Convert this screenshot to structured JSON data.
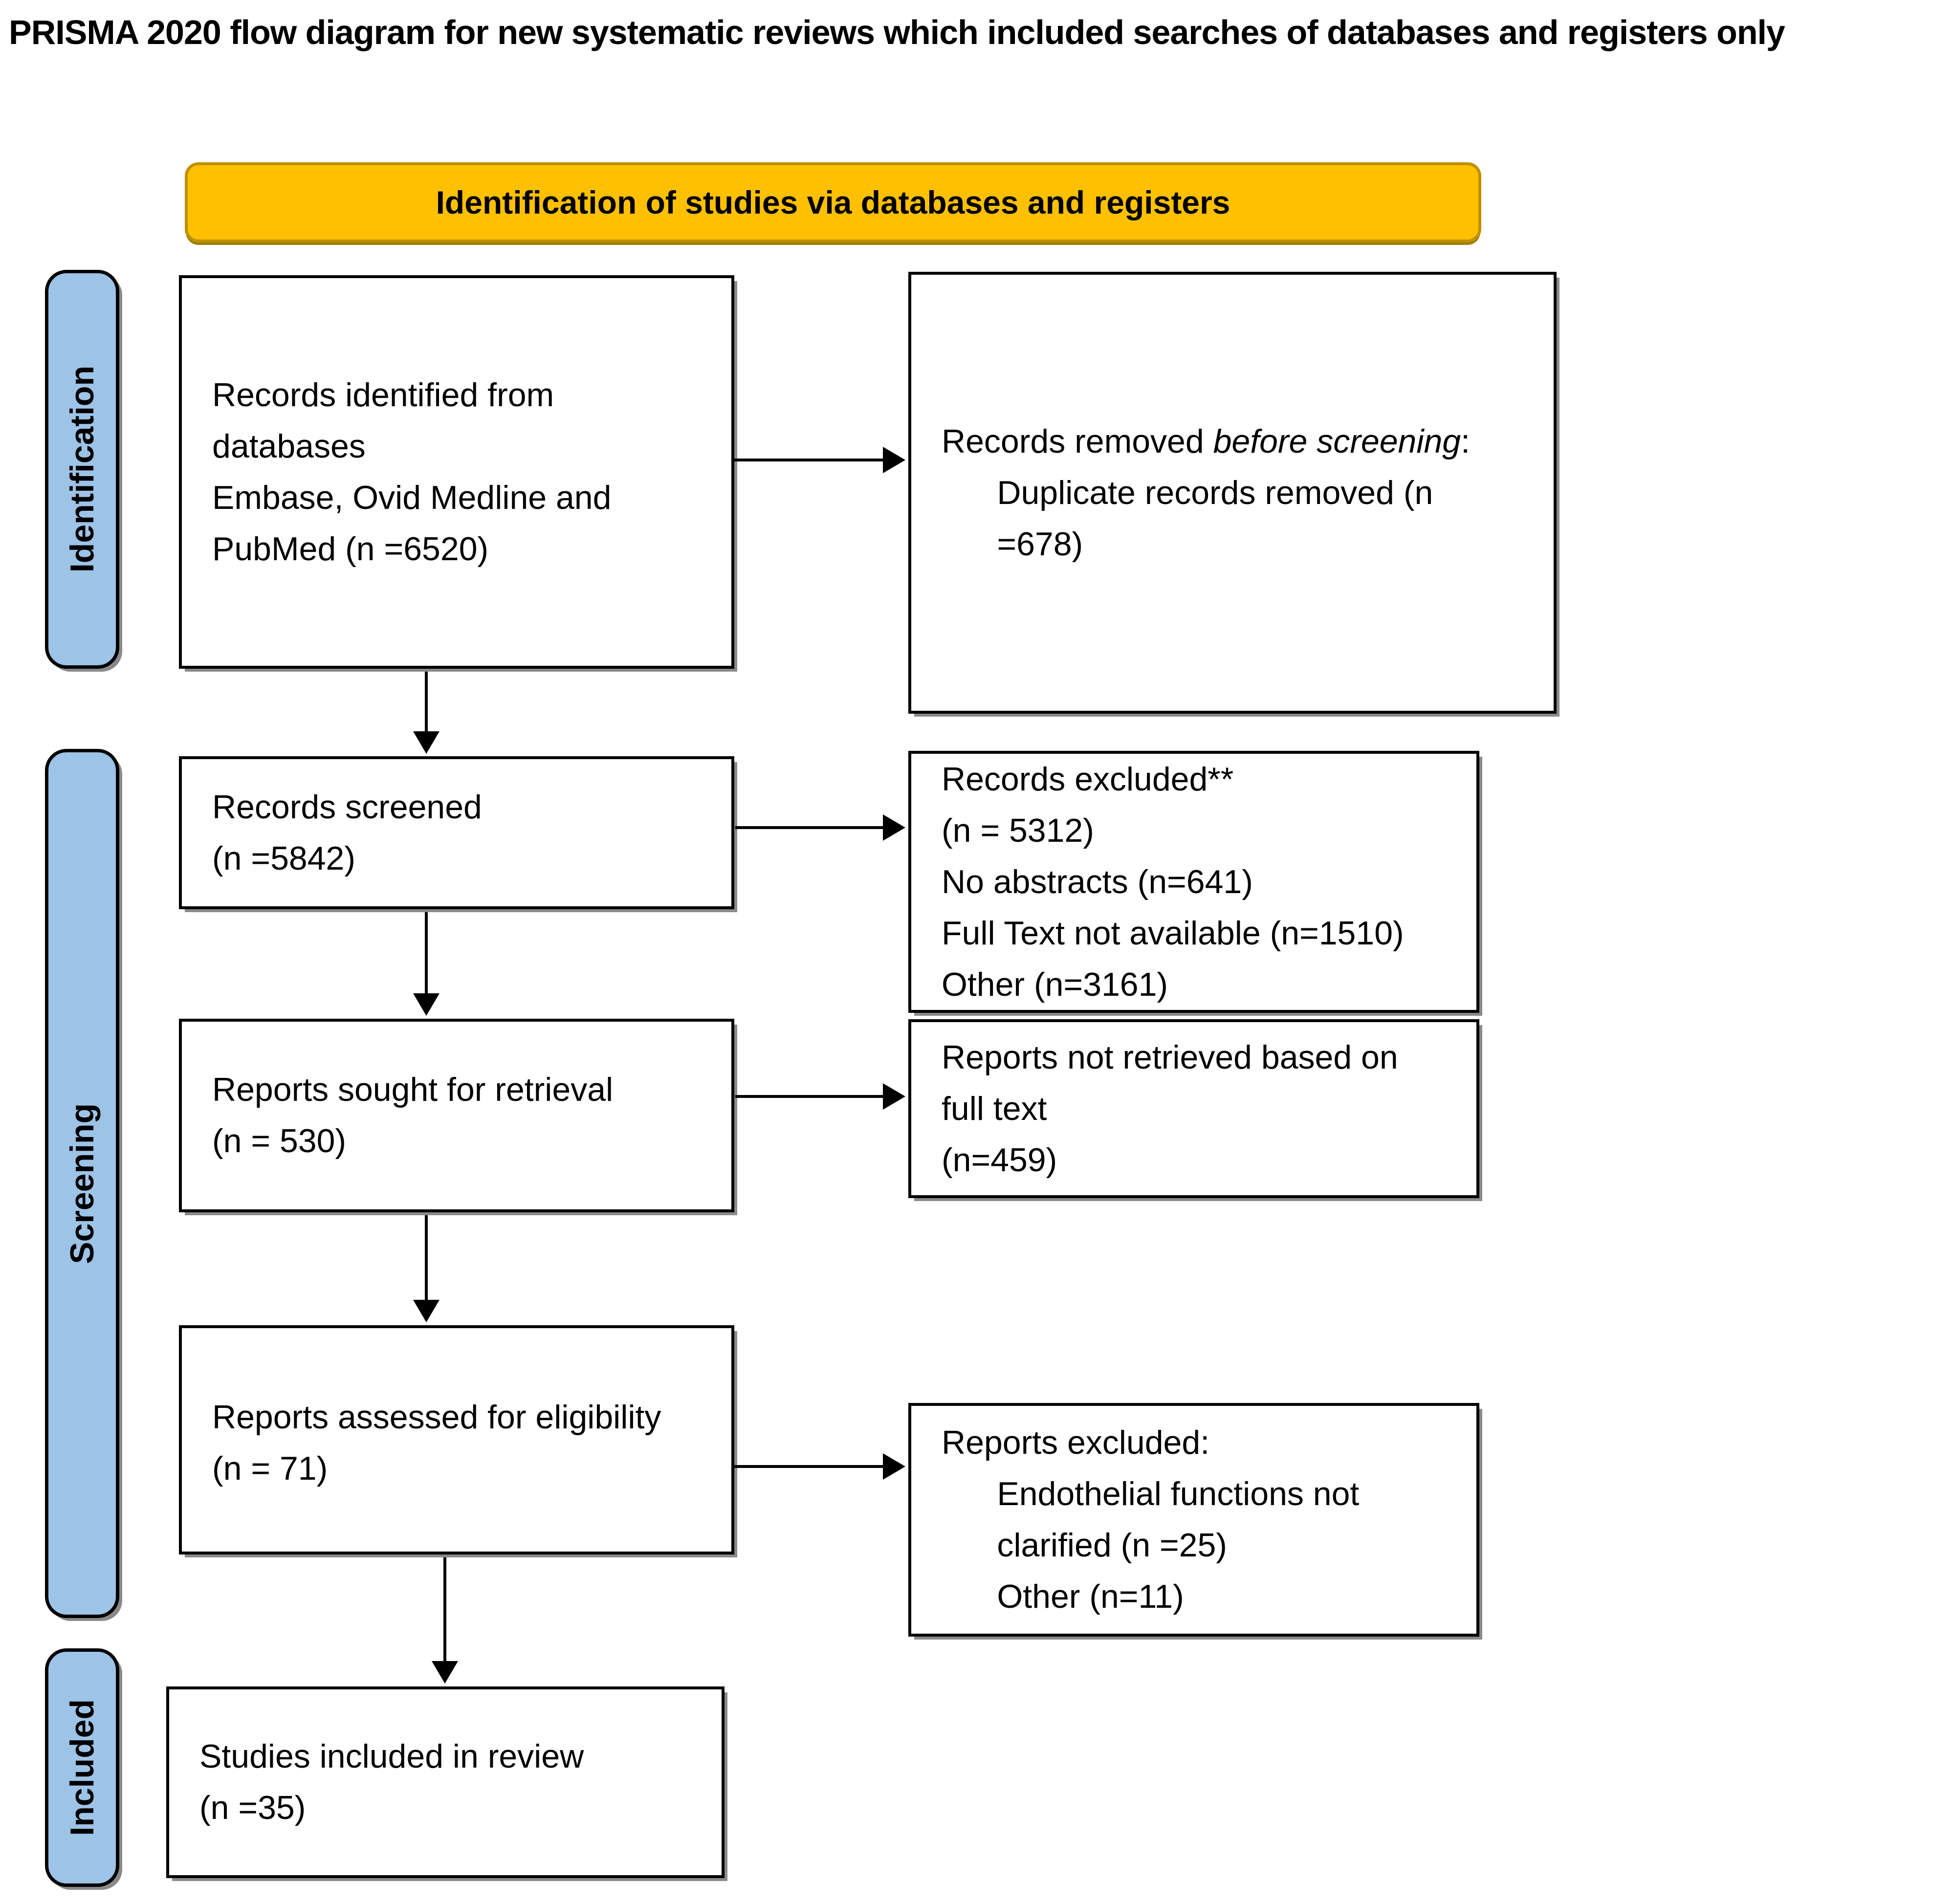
{
  "title": "PRISMA 2020 flow diagram for new systematic reviews which included searches of databases and registers only",
  "banner": {
    "label": "Identification of studies via databases and registers"
  },
  "stages": {
    "identification": "Identification",
    "screening": "Screening",
    "included": "Included"
  },
  "boxes": {
    "records_identified": {
      "lines": [
        "Records identified from",
        "databases",
        "Embase, Ovid Medline and",
        "PubMed (n =6520)"
      ]
    },
    "records_removed": {
      "line1_prefix": "Records removed ",
      "line1_italic": "before screening",
      "line1_suffix": ":",
      "lines": [
        "      Duplicate records removed (n",
        "      =678)"
      ]
    },
    "records_screened": {
      "lines": [
        "Records screened",
        "(n =5842)"
      ]
    },
    "records_excluded": {
      "lines": [
        "Records excluded**",
        "(n = 5312)",
        "No abstracts (n=641)",
        "Full Text not available (n=1510)",
        "Other (n=3161)"
      ]
    },
    "reports_sought": {
      "lines": [
        "Reports sought for retrieval",
        "(n = 530)"
      ]
    },
    "reports_not_retrieved": {
      "lines": [
        "Reports not retrieved based on",
        "full text",
        "(n=459)"
      ]
    },
    "reports_assessed": {
      "lines": [
        "Reports assessed for eligibility",
        "(n = 71)"
      ]
    },
    "reports_excluded": {
      "lines": [
        "Reports excluded:",
        "      Endothelial functions not",
        "      clarified (n =25)",
        "      Other (n=11)"
      ]
    },
    "studies_included": {
      "lines": [
        "Studies included in review",
        "(n =35)"
      ]
    }
  },
  "colors": {
    "banner_fill": "#FFC000",
    "banner_border": "#BF9000",
    "stage_fill": "#9DC3E6",
    "stage_border": "#000000",
    "box_border": "#000000",
    "arrow": "#000000",
    "shadow": "#8a8a8a"
  }
}
